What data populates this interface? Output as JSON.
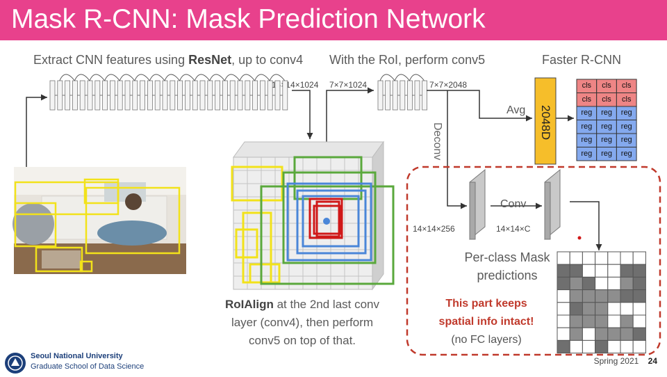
{
  "title": "Mask R-CNN: Mask Prediction Network",
  "captions": {
    "extract": [
      "Extract CNN features using ",
      "ResNet",
      ", up to conv4"
    ],
    "roi_conv5": "With the RoI, perform conv5",
    "faster_rcnn": "Faster R-CNN",
    "dim_14_1024": "14×14×1024",
    "dim_7_1024": "7×7×1024",
    "dim_7_2048": "7×7×2048",
    "deconv": "Deconv",
    "avg": "Avg",
    "feature_2048": "2048D",
    "conv": "Conv",
    "dim_14_256": "14×14×256",
    "dim_14_c": "14×14×C",
    "per_class_1": "Per-class Mask",
    "per_class_2": "predictions",
    "roialign_1a": "RoIAlign",
    "roialign_1b": " at the 2nd last conv",
    "roialign_2": "layer (conv4), then perform",
    "roialign_3": "conv5 on top of that.",
    "keeps_1": "This part keeps",
    "keeps_2": "spatial info intact!",
    "no_fc": "(no FC layers)"
  },
  "head_table": {
    "cls_row": [
      "cls",
      "cls",
      "cls"
    ],
    "reg_rows": [
      [
        "reg",
        "reg",
        "reg"
      ],
      [
        "reg",
        "reg",
        "reg"
      ],
      [
        "reg",
        "reg",
        "reg"
      ],
      [
        "reg",
        "reg",
        "reg"
      ]
    ]
  },
  "footer": {
    "university": "Seoul National University",
    "school": "Graduate School of Data Science",
    "term": "Spring 2021",
    "page": "24"
  },
  "colors": {
    "title_bar": "#e8418c",
    "yellow_box": "#f2e21a",
    "green_box": "#5aa83c",
    "blue_box": "#4a86d8",
    "red_box": "#d01818",
    "feature_bar": "#f6be2a",
    "cls_cell": "#ee8585",
    "reg_cell": "#84a9ee",
    "dashed_border": "#c0392b"
  },
  "icons": [
    "university-emblem-icon"
  ]
}
